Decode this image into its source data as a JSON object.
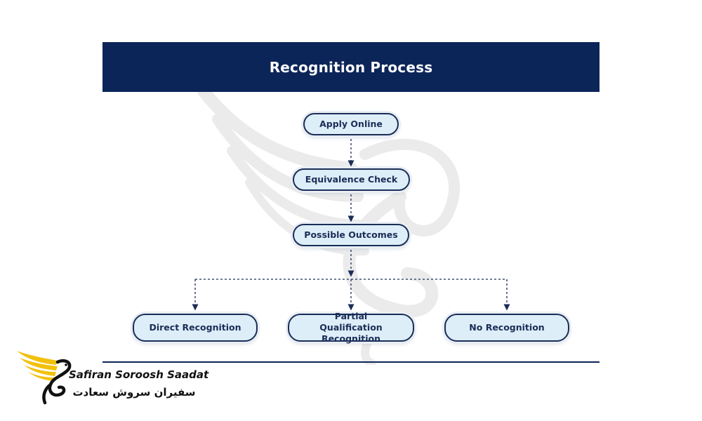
{
  "header": {
    "title": "Recognition Process"
  },
  "flow": {
    "steps": [
      "Apply Online",
      "Equivalence Check",
      "Possible Outcomes"
    ],
    "outcomes": [
      "Direct Recognition",
      "Partial Qualification Recognition",
      "No Recognition"
    ]
  },
  "logo": {
    "name_en": "Safiran Soroosh Saadat",
    "name_fa": "سفیران سروش سعادت"
  },
  "colors": {
    "header_bg": "#0c2559",
    "node_fill": "#ddeef8",
    "node_border": "#1b2d57",
    "logo_wing": "#f2c10e"
  },
  "icons": {
    "watermark": "phoenix-s-watermark",
    "logo_mark": "golden-wing-s-logo"
  }
}
